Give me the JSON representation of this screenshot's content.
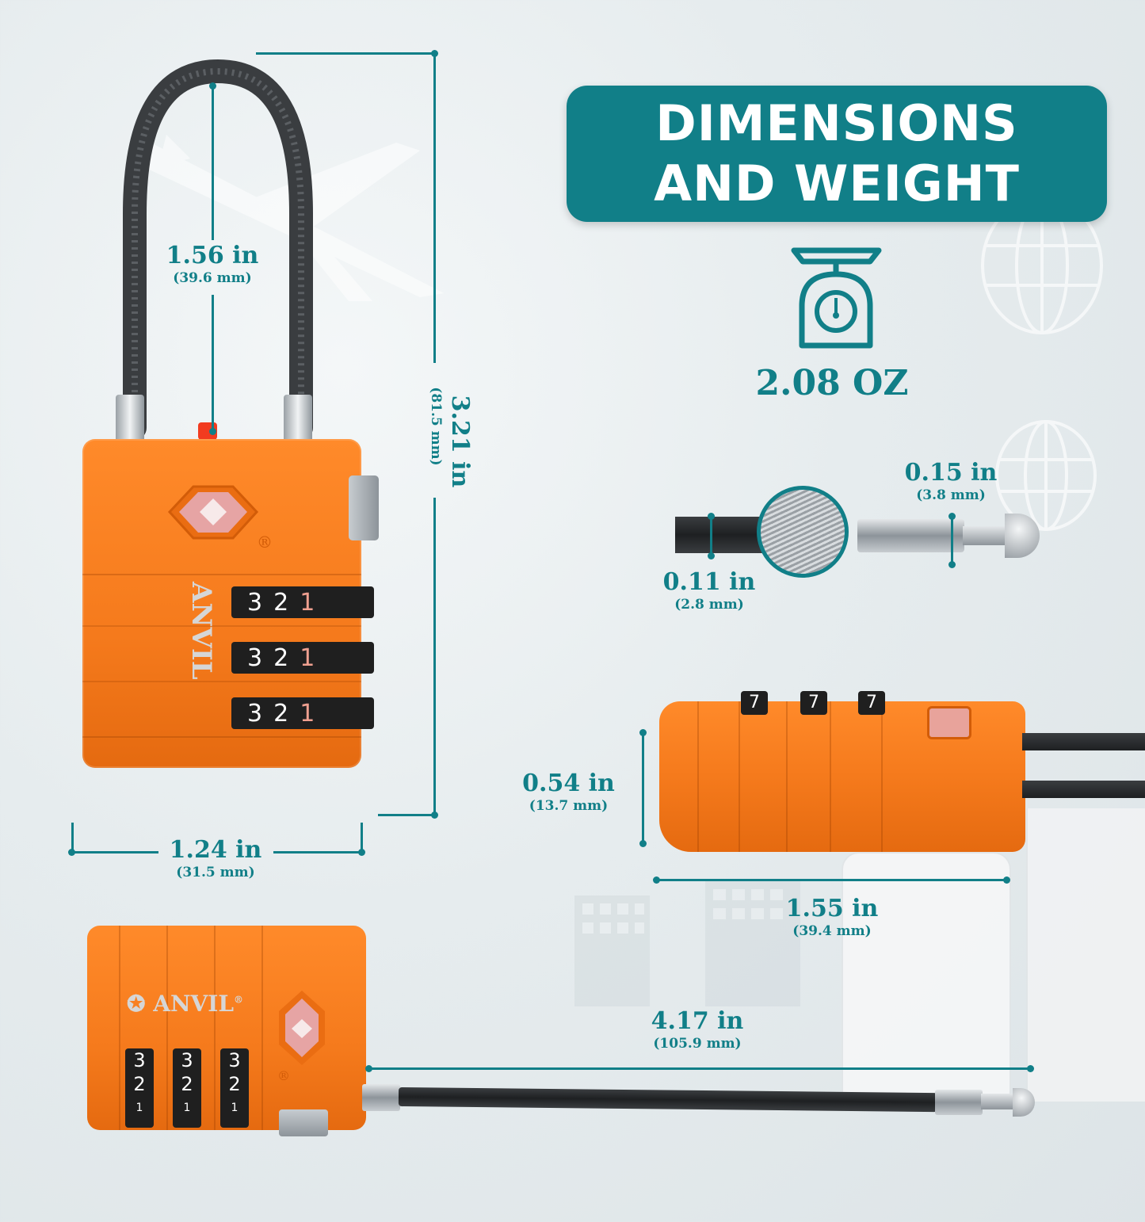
{
  "title": {
    "line1": "DIMENSIONS",
    "line2": "AND WEIGHT"
  },
  "weight": {
    "icon": "kitchen-scale-icon",
    "value": "2.08 OZ"
  },
  "brand": {
    "name": "ANVIL",
    "registered": "®"
  },
  "dial_digits": [
    "3",
    "2",
    "1"
  ],
  "top_view_digits": [
    "7",
    "7",
    "7"
  ],
  "dimensions": {
    "shackle_height": {
      "in": "1.56 in",
      "mm": "(39.6 mm)"
    },
    "total_height": {
      "in": "3.21 in",
      "mm": "(81.5 mm)"
    },
    "body_width": {
      "in": "1.24 in",
      "mm": "(31.5 mm)"
    },
    "cable_end_diameter": {
      "in": "0.15 in",
      "mm": "(3.8 mm)"
    },
    "cable_diameter": {
      "in": "0.11 in",
      "mm": "(2.8 mm)"
    },
    "body_thickness": {
      "in": "0.54 in",
      "mm": "(13.7 mm)"
    },
    "body_depth": {
      "in": "1.55 in",
      "mm": "(39.4 mm)"
    },
    "cable_length": {
      "in": "4.17 in",
      "mm": "(105.9 mm)"
    }
  },
  "colors": {
    "accent": "#117f88",
    "lock_body": "#f57a1c",
    "cable": "#3a3d40",
    "background": "#e6ecee"
  }
}
